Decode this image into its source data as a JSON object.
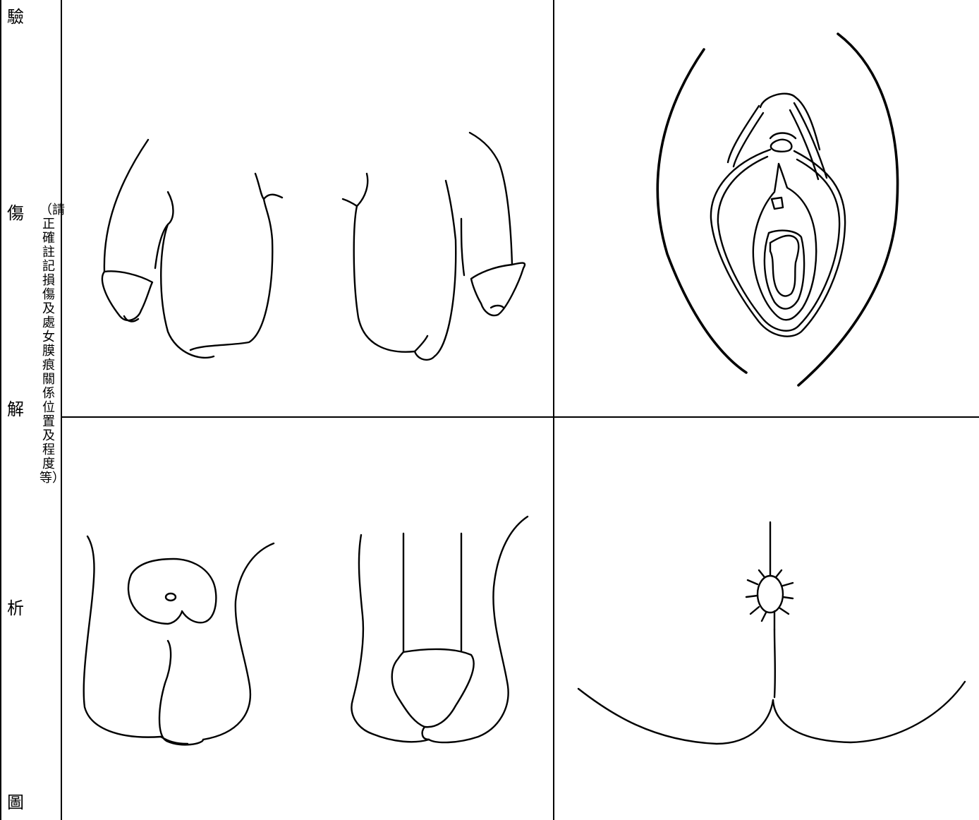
{
  "form": {
    "section_label_chars": [
      "驗",
      "傷",
      "解",
      "析",
      "圖"
    ],
    "note": "（請正確註記損傷及處女膜痕關係位置及程度等）"
  },
  "panels": [
    {
      "id": "male-genitalia-side-views"
    },
    {
      "id": "female-external-genitalia"
    },
    {
      "id": "male-genitalia-front-back-views"
    },
    {
      "id": "perianal-view"
    }
  ]
}
